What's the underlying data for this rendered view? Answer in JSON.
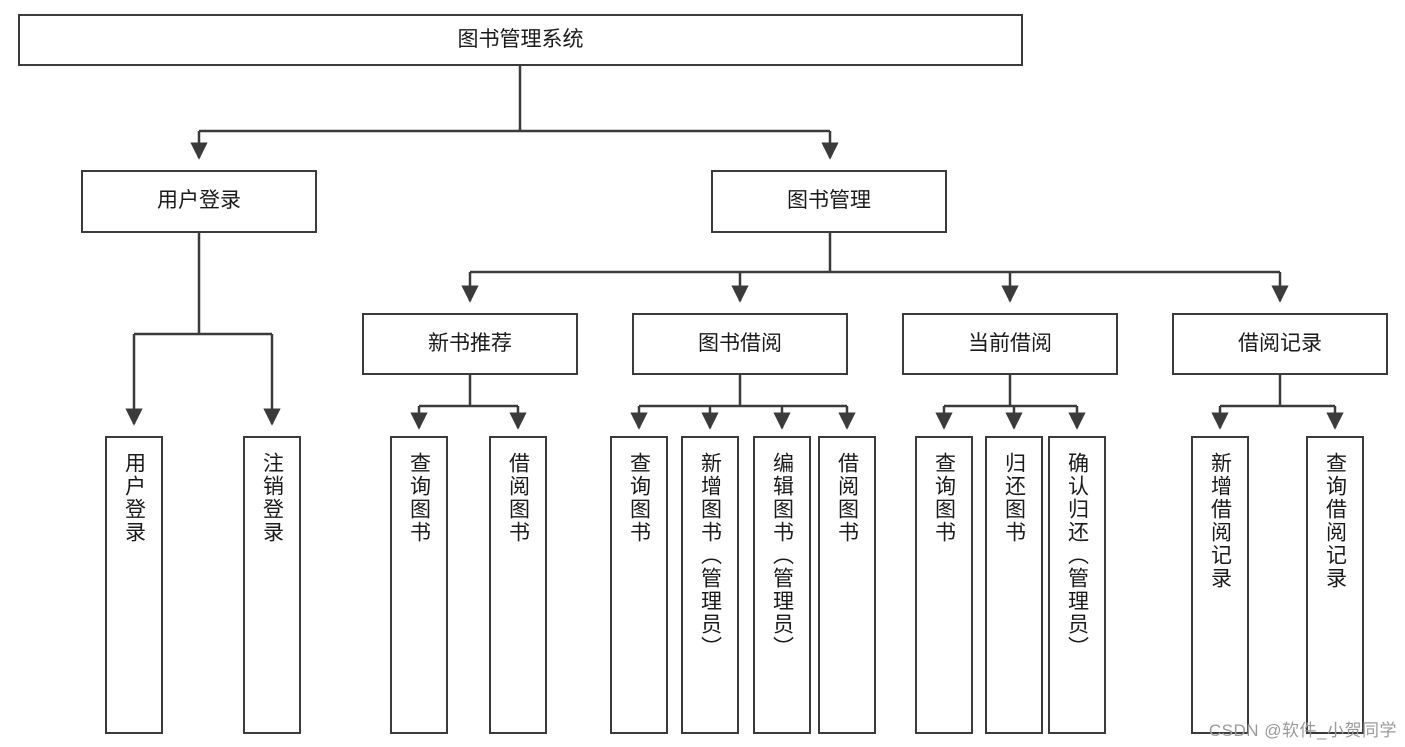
{
  "diagram": {
    "type": "tree",
    "title": "图书管理系统",
    "colors": {
      "stroke": "#3b3b3b",
      "background": "#ffffff",
      "text": "#1a1a1a",
      "watermark": "#9a9a9a"
    },
    "watermark": "CSDN @软件_小贺同学",
    "levels": [
      {
        "level": 0,
        "nodes": [
          {
            "id": "root",
            "label": "图书管理系统",
            "orientation": "horizontal"
          }
        ]
      },
      {
        "level": 1,
        "nodes": [
          {
            "id": "login",
            "label": "用户登录",
            "orientation": "horizontal",
            "parent": "root"
          },
          {
            "id": "bookmgmt",
            "label": "图书管理",
            "orientation": "horizontal",
            "parent": "root"
          }
        ]
      },
      {
        "level": 2,
        "nodes": [
          {
            "id": "newbook",
            "label": "新书推荐",
            "orientation": "horizontal",
            "parent": "bookmgmt"
          },
          {
            "id": "borrow",
            "label": "图书借阅",
            "orientation": "horizontal",
            "parent": "bookmgmt"
          },
          {
            "id": "current",
            "label": "当前借阅",
            "orientation": "horizontal",
            "parent": "bookmgmt"
          },
          {
            "id": "records",
            "label": "借阅记录",
            "orientation": "horizontal",
            "parent": "bookmgmt"
          }
        ]
      },
      {
        "level": 3,
        "nodes": [
          {
            "id": "leaf-1",
            "label": "用户登录",
            "orientation": "vertical",
            "parent": "login"
          },
          {
            "id": "leaf-2",
            "label": "注销登录",
            "orientation": "vertical",
            "parent": "login"
          },
          {
            "id": "leaf-3",
            "label": "查询图书",
            "orientation": "vertical",
            "parent": "newbook"
          },
          {
            "id": "leaf-4",
            "label": "借阅图书",
            "orientation": "vertical",
            "parent": "newbook"
          },
          {
            "id": "leaf-5",
            "label": "查询图书",
            "orientation": "vertical",
            "parent": "borrow"
          },
          {
            "id": "leaf-6",
            "label": "新增图书（管理员）",
            "orientation": "vertical",
            "parent": "borrow"
          },
          {
            "id": "leaf-7",
            "label": "编辑图书（管理员）",
            "orientation": "vertical",
            "parent": "borrow"
          },
          {
            "id": "leaf-8",
            "label": "借阅图书",
            "orientation": "vertical",
            "parent": "borrow"
          },
          {
            "id": "leaf-9",
            "label": "查询图书",
            "orientation": "vertical",
            "parent": "current"
          },
          {
            "id": "leaf-10",
            "label": "归还图书",
            "orientation": "vertical",
            "parent": "current"
          },
          {
            "id": "leaf-11",
            "label": "确认归还（管理员）",
            "orientation": "vertical",
            "parent": "current"
          },
          {
            "id": "leaf-12",
            "label": "新增借阅记录",
            "orientation": "vertical",
            "parent": "records"
          },
          {
            "id": "leaf-13",
            "label": "查询借阅记录",
            "orientation": "vertical",
            "parent": "records"
          }
        ]
      }
    ]
  }
}
